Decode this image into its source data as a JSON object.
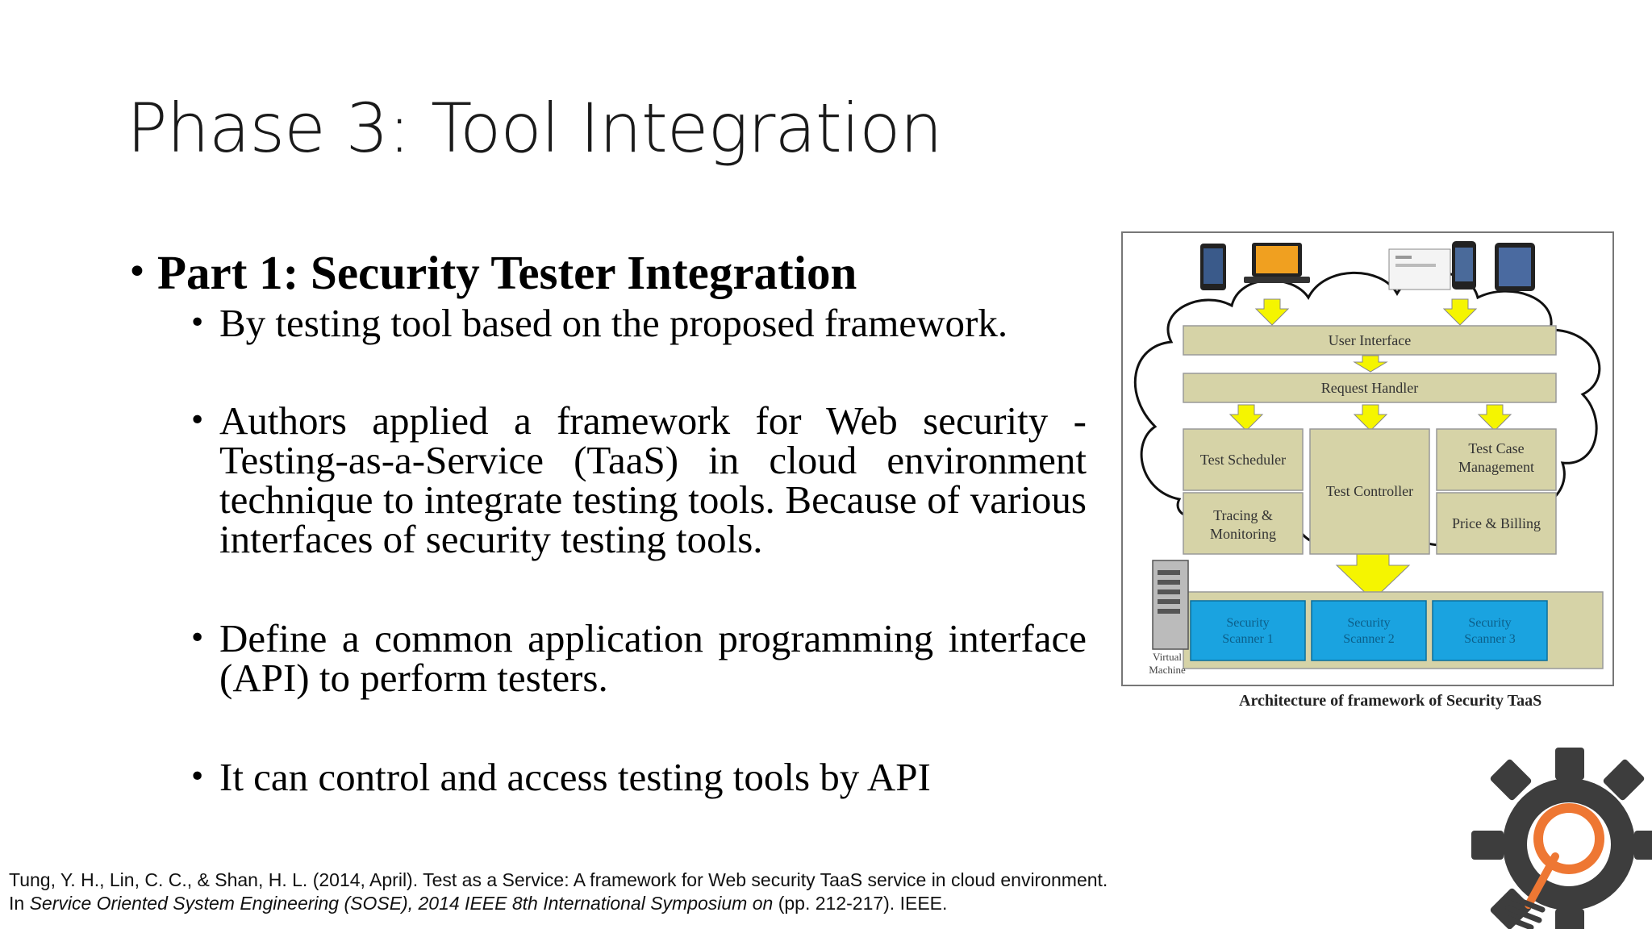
{
  "slide": {
    "title": "Phase 3: Tool Integration"
  },
  "bullets": {
    "heading": "Part 1: Security Tester Integration",
    "items": [
      "By testing tool based on the proposed framework.",
      "Authors applied a framework for Web security - Testing-as-a-Service (TaaS) in cloud environment technique to integrate testing tools. Because of various interfaces of security testing tools.",
      "Define a common application programming interface (API) to perform testers.",
      "It can control and access testing tools by API"
    ]
  },
  "figure": {
    "caption": "Architecture of framework of Security TaaS",
    "labels": {
      "user_interface": "User Interface",
      "request_handler": "Request Handler",
      "test_scheduler": "Test Scheduler",
      "tracing_1": "Tracing &",
      "tracing_2": "Monitoring",
      "test_controller": "Test Controller",
      "test_case_1": "Test Case",
      "test_case_2": "Management",
      "price_billing": "Price & Billing",
      "scanner1_a": "Security",
      "scanner1_b": "Scanner 1",
      "scanner2_a": "Security",
      "scanner2_b": "Scanner 2",
      "scanner3_a": "Security",
      "scanner3_b": "Scanner 3",
      "vm_1": "Virtual",
      "vm_2": "Machine"
    },
    "colors": {
      "box_fill": "#d6d3a7",
      "arrow_fill": "#f5f500",
      "scanner_fill": "#1aa3e0"
    }
  },
  "citation": {
    "line1": "Tung, Y. H., Lin, C. C., & Shan, H. L. (2014, April). Test as a Service: A framework for Web security TaaS service in cloud environment.",
    "line2_prefix": "In ",
    "line2_italic": "Service Oriented System Engineering (SOSE), 2014 IEEE 8th International Symposium on",
    "line2_suffix": " (pp. 212-217). IEEE."
  },
  "logo": {
    "icon": "gear-lightbulb-icon",
    "colors": {
      "gear": "#3d3d3d",
      "accent": "#ee7733"
    }
  }
}
